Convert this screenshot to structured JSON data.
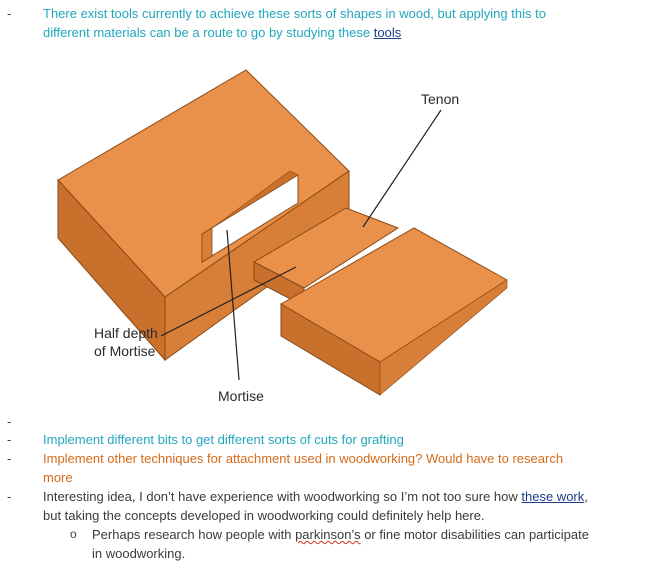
{
  "colors": {
    "teal": "#22a6bd",
    "orange": "#d46a1a",
    "dark": "#3b3b3b",
    "link": "#1f3c88",
    "wood_top": "#e9914a",
    "wood_side": "#c8702c",
    "wood_face": "#d77f38"
  },
  "intro": {
    "part1": "There exist tools currently to achieve these sorts of shapes in wood, but applying this to",
    "part2": "different materials can be a route to go by studying these ",
    "link": "tools"
  },
  "diagram": {
    "labels": {
      "tenon": "Tenon",
      "half_depth_1": "Half depth",
      "half_depth_2": "of Mortise",
      "mortise": "Mortise"
    }
  },
  "bullets": [
    {
      "text": "Implement different bits to get different sorts of cuts for grafting"
    },
    {
      "line1": "Implement other techniques for attachment used in woodworking? Would have to research",
      "line2": "more"
    },
    {
      "line1_pre": "Interesting idea, I don’t have experience with woodworking so I’m not too sure how ",
      "line1_link": "these work",
      "line1_post": ",",
      "line2": "but taking the concepts developed in woodworking could definitely help here."
    }
  ],
  "sub_bullet": {
    "marker": "o",
    "pre": "Perhaps research how people with ",
    "squiggle": "parkinson’s",
    "post": " or fine motor disabilities can participate",
    "line2": "in woodworking."
  }
}
